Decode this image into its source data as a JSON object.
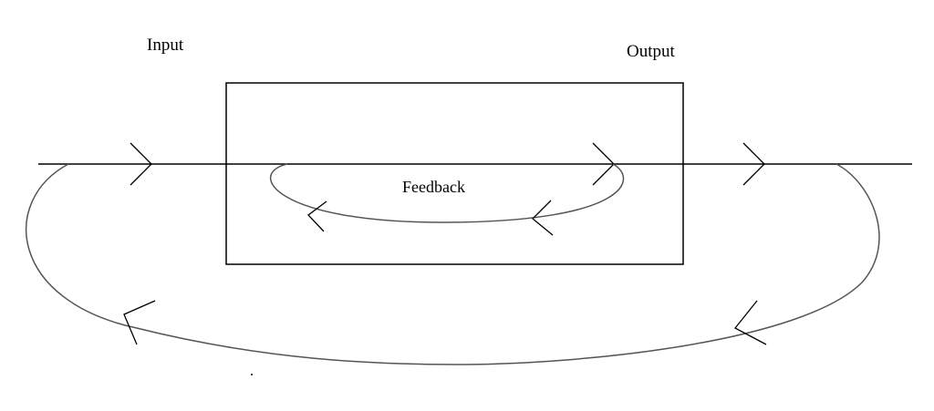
{
  "labels": {
    "input": "Input",
    "output": "Output",
    "feedback": "Feedback"
  },
  "colors": {
    "line": "#000000",
    "loop": "#555555",
    "background": "#ffffff"
  }
}
